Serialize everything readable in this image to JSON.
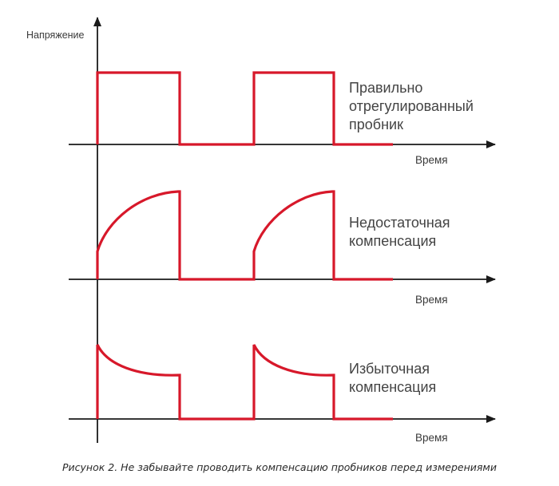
{
  "diagram": {
    "y_axis_label": "Напряжение",
    "panels": [
      {
        "kind": "square",
        "label_lines": [
          "Правильно",
          "отрегулированный",
          "пробник"
        ],
        "x_axis_label": "Время"
      },
      {
        "kind": "under",
        "label_lines": [
          "Недостаточная",
          "компенсация"
        ],
        "x_axis_label": "Время"
      },
      {
        "kind": "over",
        "label_lines": [
          "Избыточная",
          "компенсация"
        ],
        "x_axis_label": "Время"
      }
    ],
    "colors": {
      "waveform": "#d7182a",
      "axes": "#1a1a1a",
      "text": "#3a3a3a"
    }
  },
  "caption": "Рисунок 2. Не забывайте проводить компенсацию пробников перед измерениями"
}
